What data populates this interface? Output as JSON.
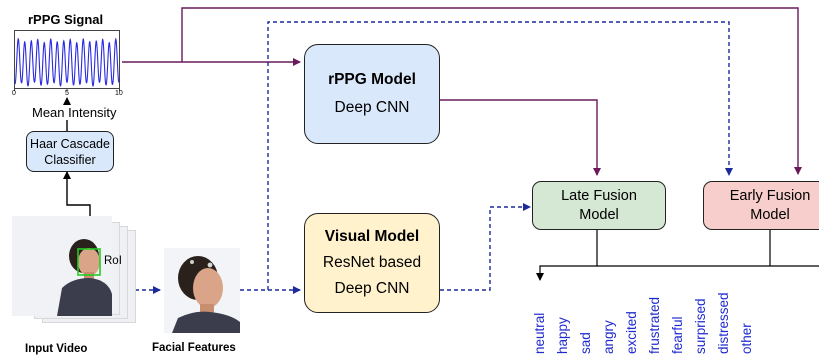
{
  "rppg_signal": {
    "title": "rPPG Signal",
    "ticks": [
      "0",
      "5",
      "10"
    ]
  },
  "mean_intensity": "Mean Intensity",
  "haar": {
    "line1": "Haar Cascade",
    "line2": "Classifier"
  },
  "rppg_model": {
    "title": "rPPG Model",
    "subtitle": "Deep CNN"
  },
  "visual_model": {
    "title": "Visual Model",
    "line1": "ResNet based",
    "line2": "Deep CNN"
  },
  "late_fusion": {
    "line1": "Late Fusion",
    "line2": "Model"
  },
  "early_fusion": {
    "line1": "Early Fusion",
    "line2": "Model"
  },
  "roi_label": "RoI",
  "input_video": "Input Video",
  "facial_features": "Facial Features",
  "emotions": [
    "neutral",
    "happy",
    "sad",
    "angry",
    "excited",
    "frustrated",
    "fearful",
    "surprised",
    "distressed",
    "other"
  ],
  "colors": {
    "signal": "#2a2ae0",
    "rppg_arrow": "#6a1a5a",
    "visual_arrow": "#1c2a9c",
    "rppg_box": "#dae8fc",
    "visual_box": "#fff2cc",
    "late_box": "#d5e8d4",
    "early_box": "#f8cecc",
    "haar_box": "#dae8fc",
    "emotion_text": "#1f2bd0",
    "roi_box": "#22cc22"
  }
}
